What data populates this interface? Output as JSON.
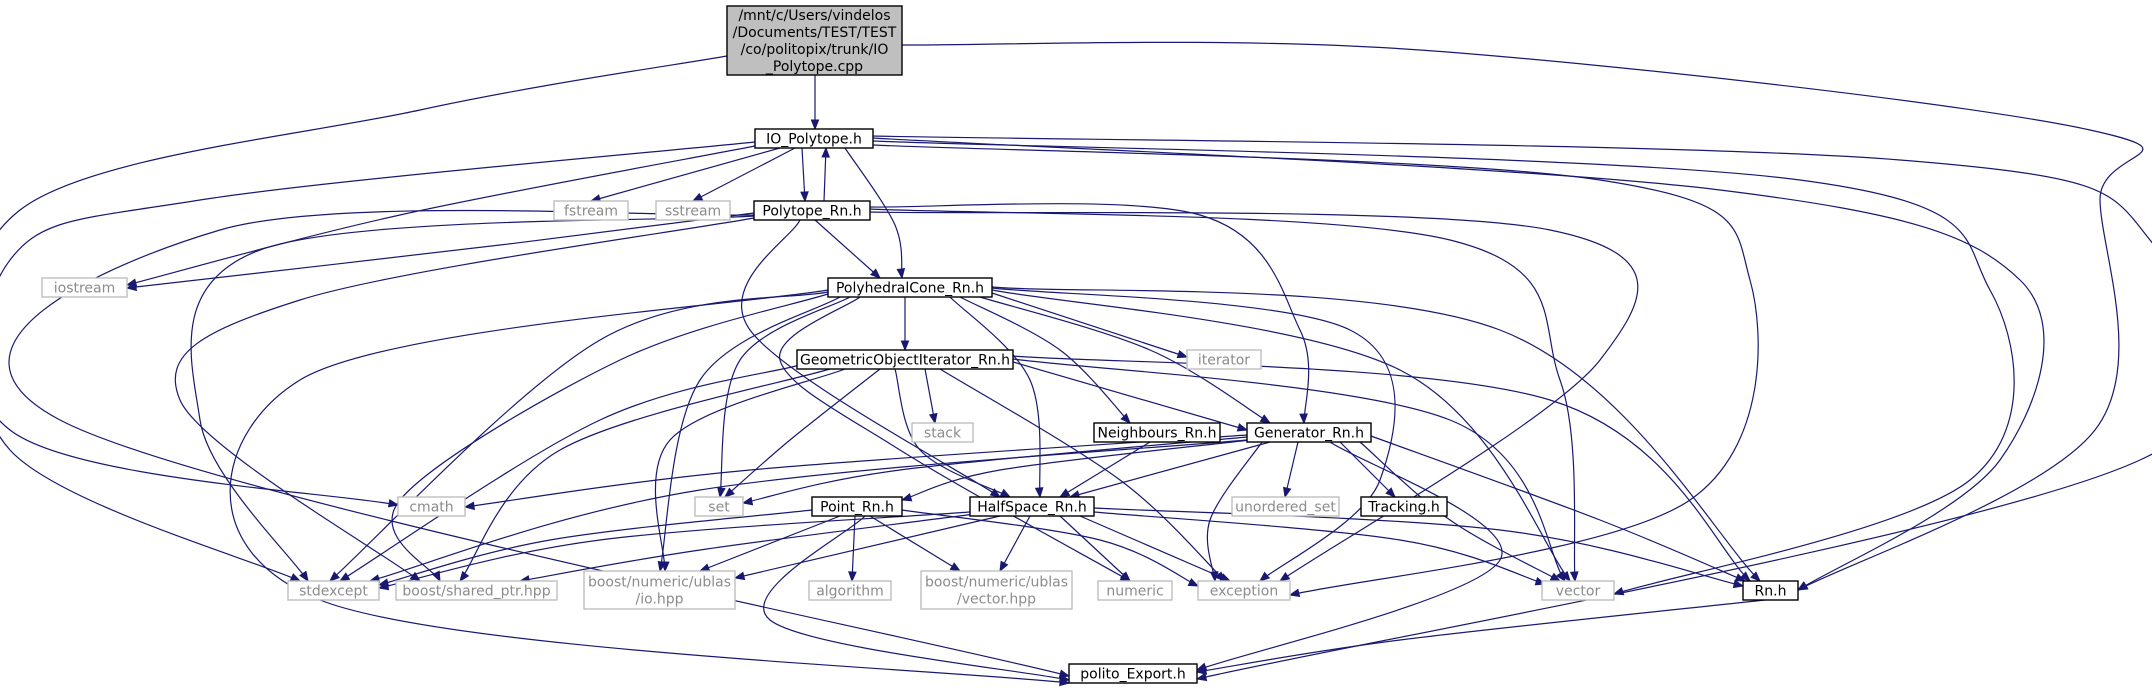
{
  "graph": {
    "colors": {
      "edge": "#191970",
      "source_fill": "#bfbfbf",
      "header_border": "#000000",
      "system_border": "#bfbfbf",
      "system_text": "#8c8c8c"
    },
    "nodes": [
      {
        "id": "io_polytope_cpp",
        "kind": "source",
        "lines": [
          "/mnt/c/Users/vindelos",
          "/Documents/TEST/TEST",
          "/co/politopix/trunk/IO",
          "_Polytope.cpp"
        ]
      },
      {
        "id": "io_polytope_h",
        "kind": "header",
        "lines": [
          "IO_Polytope.h"
        ]
      },
      {
        "id": "fstream",
        "kind": "system",
        "lines": [
          "fstream"
        ]
      },
      {
        "id": "sstream",
        "kind": "system",
        "lines": [
          "sstream"
        ]
      },
      {
        "id": "polytope_rn_h",
        "kind": "header",
        "lines": [
          "Polytope_Rn.h"
        ]
      },
      {
        "id": "iostream",
        "kind": "system",
        "lines": [
          "iostream"
        ]
      },
      {
        "id": "polyhedralcone_rn_h",
        "kind": "header",
        "lines": [
          "PolyhedralCone_Rn.h"
        ]
      },
      {
        "id": "iterator",
        "kind": "system",
        "lines": [
          "iterator"
        ]
      },
      {
        "id": "geometricobjectiterator_rn_h",
        "kind": "header",
        "lines": [
          "GeometricObjectIterator_Rn.h"
        ]
      },
      {
        "id": "stack",
        "kind": "system",
        "lines": [
          "stack"
        ]
      },
      {
        "id": "neighbours_rn_h",
        "kind": "header",
        "lines": [
          "Neighbours_Rn.h"
        ]
      },
      {
        "id": "generator_rn_h",
        "kind": "header",
        "lines": [
          "Generator_Rn.h"
        ]
      },
      {
        "id": "cmath",
        "kind": "system",
        "lines": [
          "cmath"
        ]
      },
      {
        "id": "set",
        "kind": "system",
        "lines": [
          "set"
        ]
      },
      {
        "id": "point_rn_h",
        "kind": "header",
        "lines": [
          "Point_Rn.h"
        ]
      },
      {
        "id": "halfspace_rn_h",
        "kind": "header",
        "lines": [
          "HalfSpace_Rn.h"
        ]
      },
      {
        "id": "unordered_set",
        "kind": "system",
        "lines": [
          "unordered_set"
        ]
      },
      {
        "id": "tracking_h",
        "kind": "header",
        "lines": [
          "Tracking.h"
        ]
      },
      {
        "id": "stdexcept",
        "kind": "system",
        "lines": [
          "stdexcept"
        ]
      },
      {
        "id": "boost_shared_ptr",
        "kind": "system",
        "lines": [
          "boost/shared_ptr.hpp"
        ]
      },
      {
        "id": "boost_ublas_io",
        "kind": "system",
        "lines": [
          "boost/numeric/ublas",
          "/io.hpp"
        ]
      },
      {
        "id": "algorithm",
        "kind": "system",
        "lines": [
          "algorithm"
        ]
      },
      {
        "id": "boost_ublas_vector",
        "kind": "system",
        "lines": [
          "boost/numeric/ublas",
          "/vector.hpp"
        ]
      },
      {
        "id": "numeric",
        "kind": "system",
        "lines": [
          "numeric"
        ]
      },
      {
        "id": "exception",
        "kind": "system",
        "lines": [
          "exception"
        ]
      },
      {
        "id": "vector",
        "kind": "system",
        "lines": [
          "vector"
        ]
      },
      {
        "id": "rn_h",
        "kind": "header",
        "lines": [
          "Rn.h"
        ]
      },
      {
        "id": "polito_export_h",
        "kind": "header",
        "lines": [
          "polito_Export.h"
        ]
      }
    ],
    "edges": [
      [
        "io_polytope_cpp",
        "io_polytope_h"
      ],
      [
        "io_polytope_cpp",
        "cmath"
      ],
      [
        "io_polytope_cpp",
        "rn_h"
      ],
      [
        "io_polytope_h",
        "fstream"
      ],
      [
        "io_polytope_h",
        "sstream"
      ],
      [
        "io_polytope_h",
        "polytope_rn_h"
      ],
      [
        "io_polytope_h",
        "iostream"
      ],
      [
        "io_polytope_h",
        "stdexcept"
      ],
      [
        "io_polytope_h",
        "polyhedralcone_rn_h"
      ],
      [
        "io_polytope_h",
        "exception"
      ],
      [
        "io_polytope_h",
        "vector"
      ],
      [
        "io_polytope_h",
        "rn_h"
      ],
      [
        "io_polytope_h",
        "polito_export_h"
      ],
      [
        "polytope_rn_h",
        "io_polytope_h"
      ],
      [
        "polytope_rn_h",
        "iostream"
      ],
      [
        "polytope_rn_h",
        "polyhedralcone_rn_h"
      ],
      [
        "polytope_rn_h",
        "generator_rn_h"
      ],
      [
        "polytope_rn_h",
        "halfspace_rn_h"
      ],
      [
        "polytope_rn_h",
        "stdexcept"
      ],
      [
        "polytope_rn_h",
        "boost_shared_ptr"
      ],
      [
        "polytope_rn_h",
        "polito_export_h"
      ],
      [
        "polytope_rn_h",
        "exception"
      ],
      [
        "polytope_rn_h",
        "vector"
      ],
      [
        "polyhedralcone_rn_h",
        "iterator"
      ],
      [
        "polyhedralcone_rn_h",
        "geometricobjectiterator_rn_h"
      ],
      [
        "polyhedralcone_rn_h",
        "neighbours_rn_h"
      ],
      [
        "polyhedralcone_rn_h",
        "generator_rn_h"
      ],
      [
        "polyhedralcone_rn_h",
        "halfspace_rn_h"
      ],
      [
        "polyhedralcone_rn_h",
        "set"
      ],
      [
        "polyhedralcone_rn_h",
        "stdexcept"
      ],
      [
        "polyhedralcone_rn_h",
        "boost_shared_ptr"
      ],
      [
        "polyhedralcone_rn_h",
        "boost_ublas_io"
      ],
      [
        "polyhedralcone_rn_h",
        "numeric"
      ],
      [
        "polyhedralcone_rn_h",
        "exception"
      ],
      [
        "polyhedralcone_rn_h",
        "vector"
      ],
      [
        "polyhedralcone_rn_h",
        "rn_h"
      ],
      [
        "polyhedralcone_rn_h",
        "polito_export_h"
      ],
      [
        "geometricobjectiterator_rn_h",
        "stack"
      ],
      [
        "geometricobjectiterator_rn_h",
        "generator_rn_h"
      ],
      [
        "geometricobjectiterator_rn_h",
        "halfspace_rn_h"
      ],
      [
        "geometricobjectiterator_rn_h",
        "set"
      ],
      [
        "geometricobjectiterator_rn_h",
        "stdexcept"
      ],
      [
        "geometricobjectiterator_rn_h",
        "boost_shared_ptr"
      ],
      [
        "geometricobjectiterator_rn_h",
        "boost_ublas_io"
      ],
      [
        "geometricobjectiterator_rn_h",
        "exception"
      ],
      [
        "geometricobjectiterator_rn_h",
        "vector"
      ],
      [
        "geometricobjectiterator_rn_h",
        "rn_h"
      ],
      [
        "neighbours_rn_h",
        "halfspace_rn_h"
      ],
      [
        "generator_rn_h",
        "cmath"
      ],
      [
        "generator_rn_h",
        "set"
      ],
      [
        "generator_rn_h",
        "point_rn_h"
      ],
      [
        "generator_rn_h",
        "halfspace_rn_h"
      ],
      [
        "generator_rn_h",
        "unordered_set"
      ],
      [
        "generator_rn_h",
        "tracking_h"
      ],
      [
        "generator_rn_h",
        "stdexcept"
      ],
      [
        "generator_rn_h",
        "exception"
      ],
      [
        "generator_rn_h",
        "vector"
      ],
      [
        "generator_rn_h",
        "rn_h"
      ],
      [
        "generator_rn_h",
        "polito_export_h"
      ],
      [
        "point_rn_h",
        "stdexcept"
      ],
      [
        "point_rn_h",
        "boost_ublas_io"
      ],
      [
        "point_rn_h",
        "algorithm"
      ],
      [
        "point_rn_h",
        "boost_ublas_vector"
      ],
      [
        "point_rn_h",
        "exception"
      ],
      [
        "point_rn_h",
        "polito_export_h"
      ],
      [
        "halfspace_rn_h",
        "stdexcept"
      ],
      [
        "halfspace_rn_h",
        "boost_shared_ptr"
      ],
      [
        "halfspace_rn_h",
        "boost_ublas_io"
      ],
      [
        "halfspace_rn_h",
        "boost_ublas_vector"
      ],
      [
        "halfspace_rn_h",
        "numeric"
      ],
      [
        "halfspace_rn_h",
        "exception"
      ],
      [
        "halfspace_rn_h",
        "vector"
      ],
      [
        "halfspace_rn_h",
        "rn_h"
      ],
      [
        "rn_h",
        "polito_export_h"
      ]
    ]
  }
}
